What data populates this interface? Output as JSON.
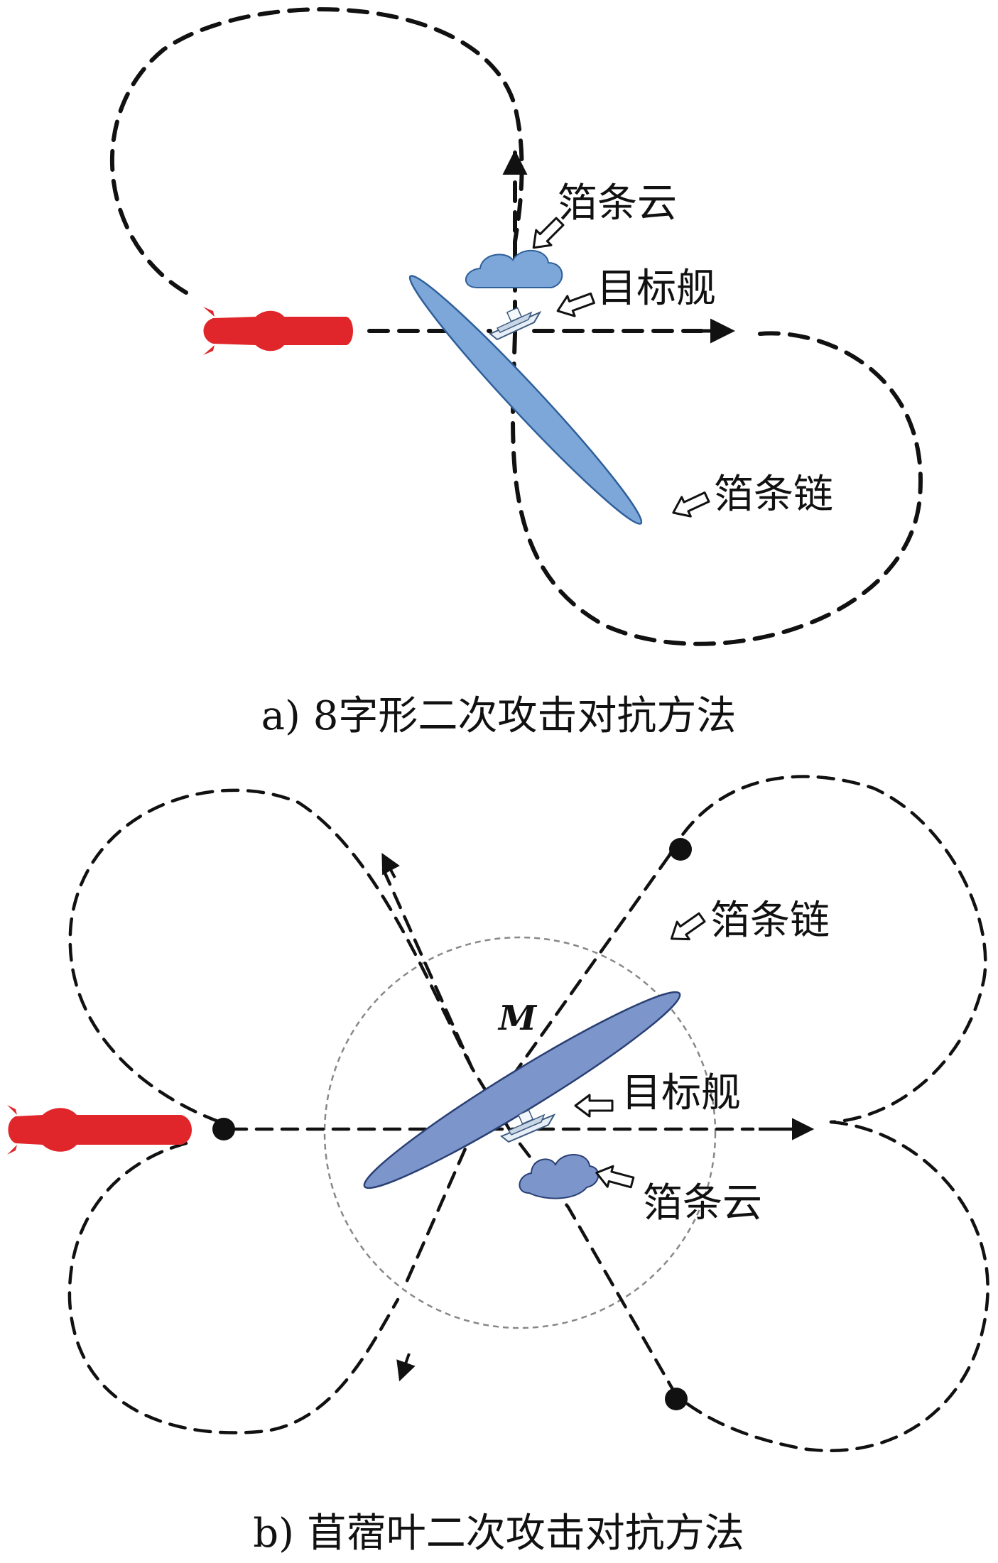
{
  "panel_a": {
    "caption": "a) 8字形二次攻击对抗方法",
    "labels": {
      "chaff_cloud": "箔条云",
      "target_ship": "目标舰",
      "chaff_chain": "箔条链"
    }
  },
  "panel_b": {
    "caption": "b) 苜蓿叶二次攻击对抗方法",
    "labels": {
      "chaff_chain": "箔条链",
      "point_m": "M",
      "target_ship": "目标舰",
      "chaff_cloud": "箔条云"
    }
  },
  "colors": {
    "missile": "#e0262b",
    "chaff_fill": "#7ca7d8",
    "chaff_stroke": "#2e5f9a",
    "path": "#111111",
    "guide_circle": "#888888"
  },
  "icons": {
    "missile": "missile-icon",
    "ship": "ship-icon",
    "cloud": "cloud-icon",
    "pointer": "hollow-arrow-icon"
  }
}
